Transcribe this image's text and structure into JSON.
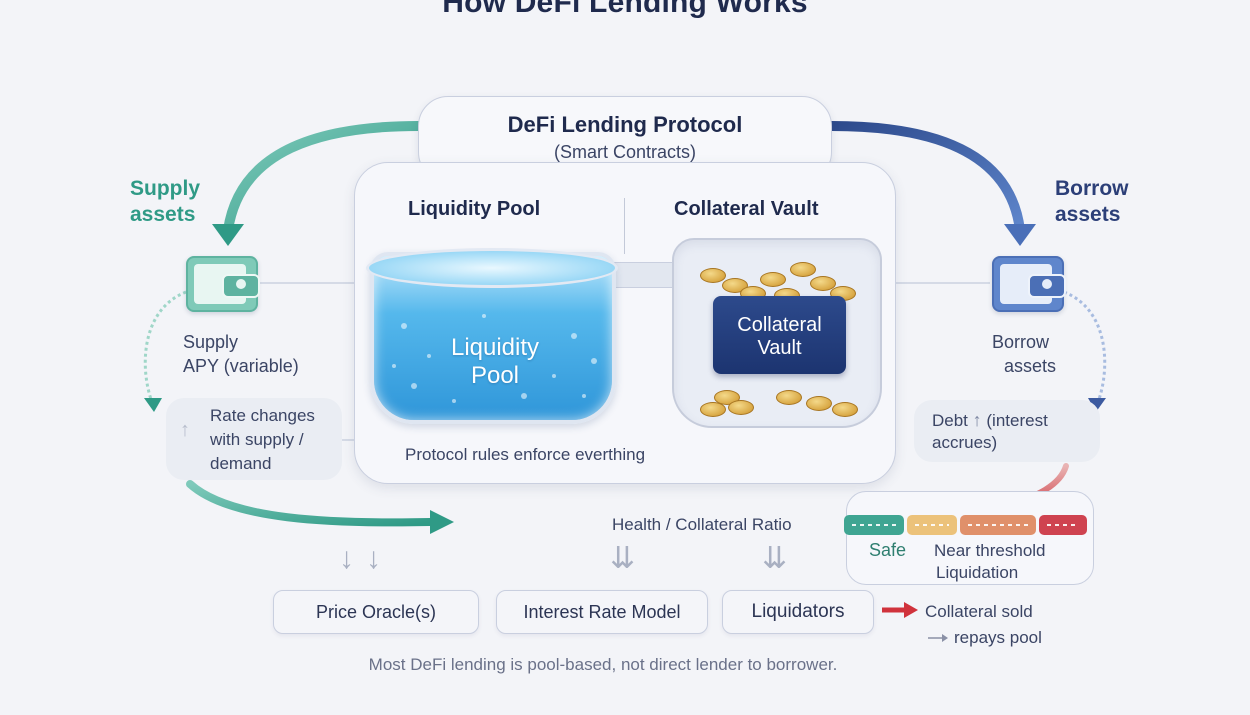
{
  "title": "How DeFi Lending Works",
  "protocol": {
    "title": "DeFi Lending Protocol",
    "subtitle": "(Smart Contracts)",
    "pool_section": "Liquidity Pool",
    "vault_section": "Collateral Vault",
    "pool_label": [
      "Liquidity",
      "Pool"
    ],
    "vault_label": [
      "Collateral",
      "Vault"
    ],
    "rules": "Protocol rules enforce everthing"
  },
  "left": {
    "action": [
      "Supply",
      "assets"
    ],
    "yield": [
      "Supply",
      "APY (variable)"
    ],
    "rate_note": [
      "Rate changes",
      "with supply /",
      "demand"
    ],
    "action_color": "#2f9a86"
  },
  "right": {
    "action": [
      "Borrow",
      "assets"
    ],
    "detail": [
      "Borrow",
      "assets"
    ],
    "debt_note": [
      "Debt",
      "(interest",
      "accrues)"
    ],
    "action_color": "#2c3f78"
  },
  "health": {
    "title": "Health / Collateral Ratio",
    "labels": [
      "Safe",
      "Near threshold",
      "Liquidation"
    ],
    "segment_colors": [
      "#3fa592",
      "#ecc27a",
      "#e0906a",
      "#cf4350"
    ]
  },
  "components": [
    "Price Oracle(s)",
    "Interest Rate Model",
    "Liquidators"
  ],
  "liquidation": [
    "Collateral sold",
    "repays pool"
  ],
  "footer": "Most DeFi lending is pool-based, not direct lender to borrower."
}
